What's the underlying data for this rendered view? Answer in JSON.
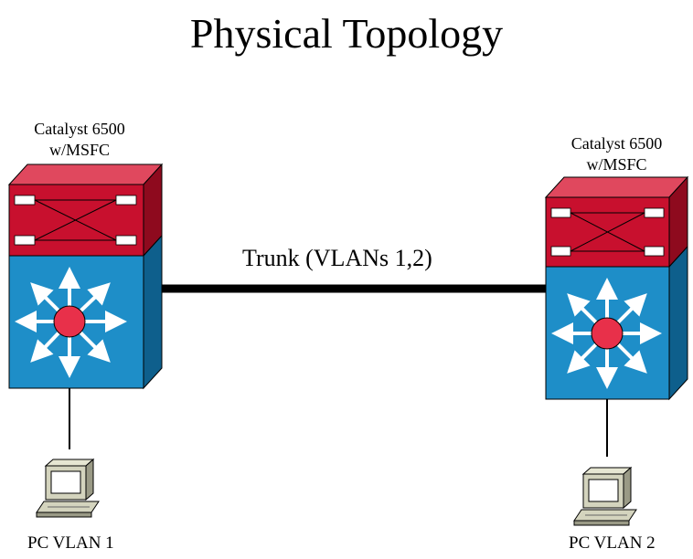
{
  "title": "Physical Topology",
  "link": {
    "label": "Trunk (VLANs 1,2)"
  },
  "devices": [
    {
      "line1": "Catalyst 6500",
      "line2": "w/MSFC",
      "pc_label": "PC VLAN 1"
    },
    {
      "line1": "Catalyst 6500",
      "line2": "w/MSFC",
      "pc_label": "PC VLAN 2"
    }
  ],
  "colors": {
    "msfc_red": "#c8102e",
    "switch_blue": "#1e8ec8",
    "hub_red": "#e8304a"
  }
}
